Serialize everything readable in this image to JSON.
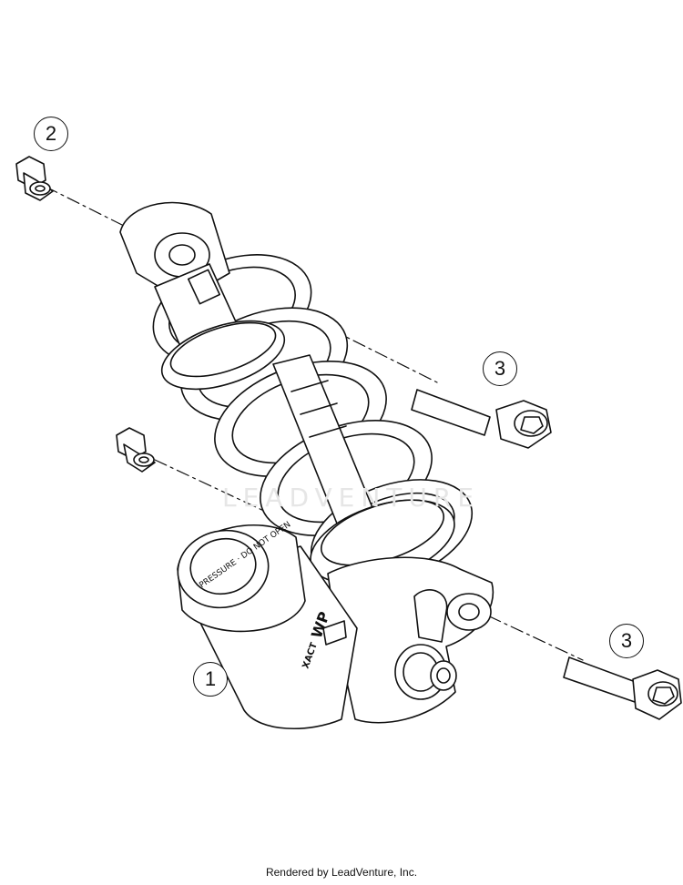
{
  "diagram": {
    "callouts": [
      {
        "id": "callout-1",
        "label": "1"
      },
      {
        "id": "callout-2",
        "label": "2"
      },
      {
        "id": "callout-3-upper",
        "label": "3"
      },
      {
        "id": "callout-3-lower",
        "label": "3"
      }
    ],
    "reservoir_cap_text": "PRESSURE · DO NOT OPEN",
    "brand_marks": [
      "WP",
      "XACT"
    ],
    "watermark": "LEADVENTURE"
  },
  "footer": {
    "credit": "Rendered by LeadVenture, Inc."
  }
}
